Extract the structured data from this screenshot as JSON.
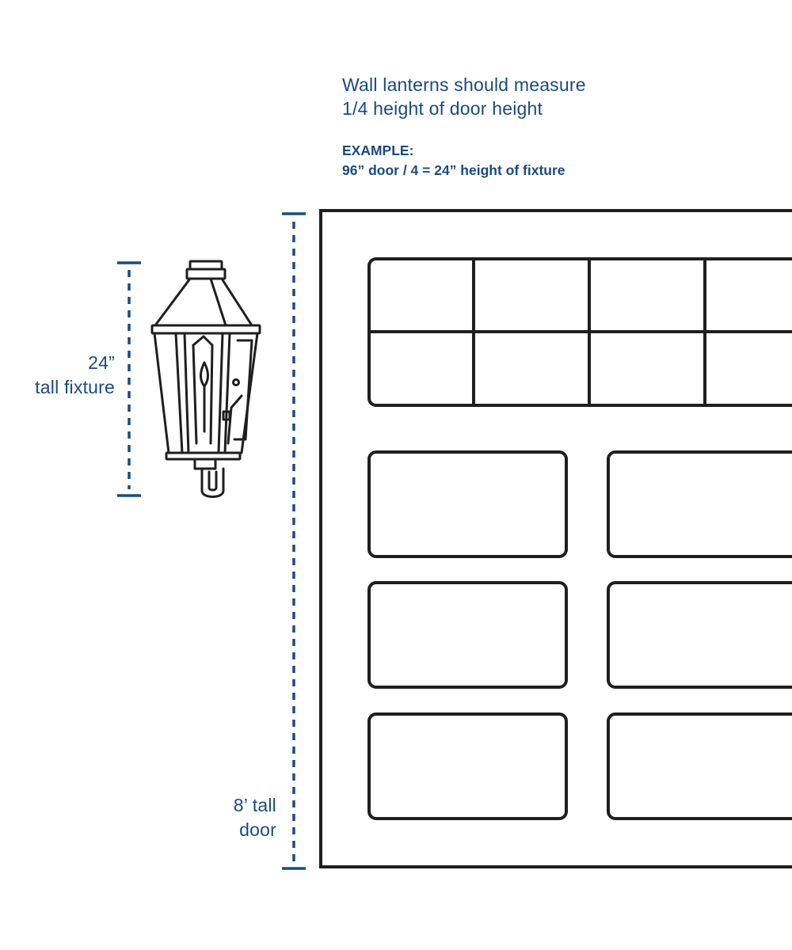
{
  "headline": {
    "line1": "Wall lanterns should measure",
    "line2": "1/4 height of door height"
  },
  "example": {
    "title": "EXAMPLE:",
    "formula": "96” door / 4 = 24” height of fixture"
  },
  "fixture_label": {
    "line1": "24”",
    "line2": "tall fixture"
  },
  "door_label": {
    "line1": "8’ tall",
    "line2": "door"
  },
  "colors": {
    "accent_blue": "#1a4a80",
    "line_dark": "#1f1f1f",
    "background": "#ffffff"
  }
}
